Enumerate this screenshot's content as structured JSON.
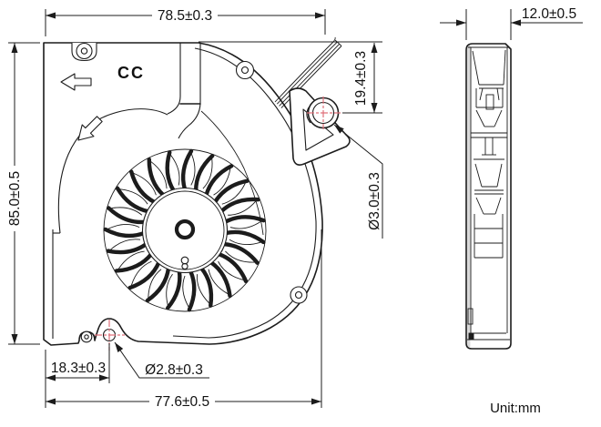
{
  "document": {
    "unit_note": "Unit:mm"
  },
  "front_view": {
    "rotation_label": "CC",
    "dims": {
      "top_width": "78.5±0.3",
      "height": "85.0±0.5",
      "bottom_width": "77.6±0.5",
      "bottom_hole_offset": "18.3±0.3",
      "bottom_hole_diameter": "Ø2.8±0.3",
      "ear_hole_offset": "19.4±0.3",
      "ear_hole_diameter": "Ø3.0±0.3"
    }
  },
  "side_view": {
    "dims": {
      "thickness": "12.0±0.5"
    }
  },
  "colors": {
    "line": "#1c1c1c",
    "center_mark": "#e0707a",
    "background": "#ffffff"
  }
}
